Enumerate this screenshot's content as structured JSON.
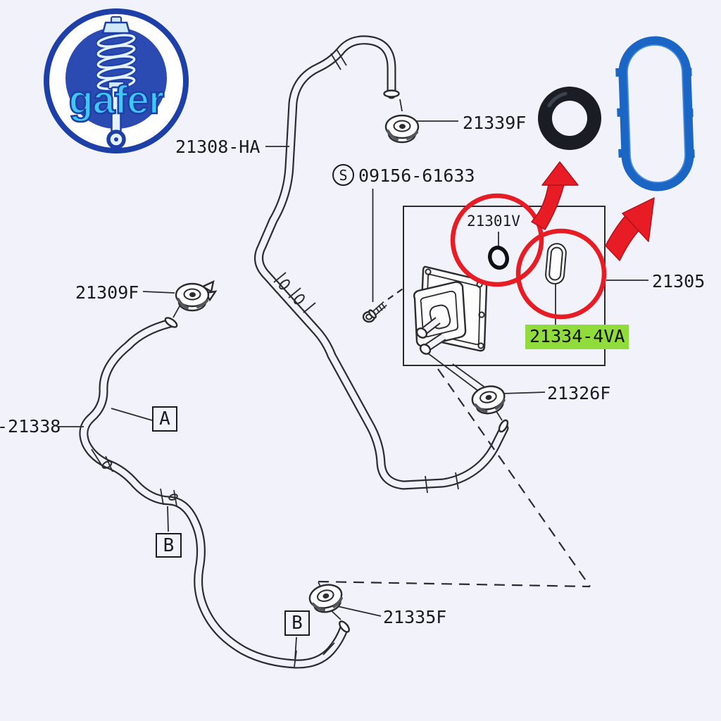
{
  "colors": {
    "background": "#f2f3fa",
    "line": "#2b2b30",
    "accent_red": "#e81c24",
    "accent_red_dark": "#b5101a",
    "highlight_green": "#90dc3c",
    "gasket_blue": "#1b66c4",
    "oring_black": "#1a1d24",
    "logo_blue": "#1d3fa8",
    "logo_disc": "#2b4ab2",
    "logo_text": "#41c7f3",
    "label_text": "#1b1b1f"
  },
  "logo": {
    "brand": "gafer"
  },
  "parts": {
    "hose_top": "21308-HA",
    "grommet_top": "21339F",
    "screw_symbol": "S",
    "screw": "09156-61633",
    "oring": "21301V",
    "oil_cooler": "21305",
    "gasket": "21334-4VA",
    "clip_mid": "21326F",
    "clip_left": "21309F",
    "hose_left": "-21338",
    "clip_bottom": "21335F"
  },
  "callouts": {
    "a": "A",
    "b1": "B",
    "b2": "B"
  }
}
